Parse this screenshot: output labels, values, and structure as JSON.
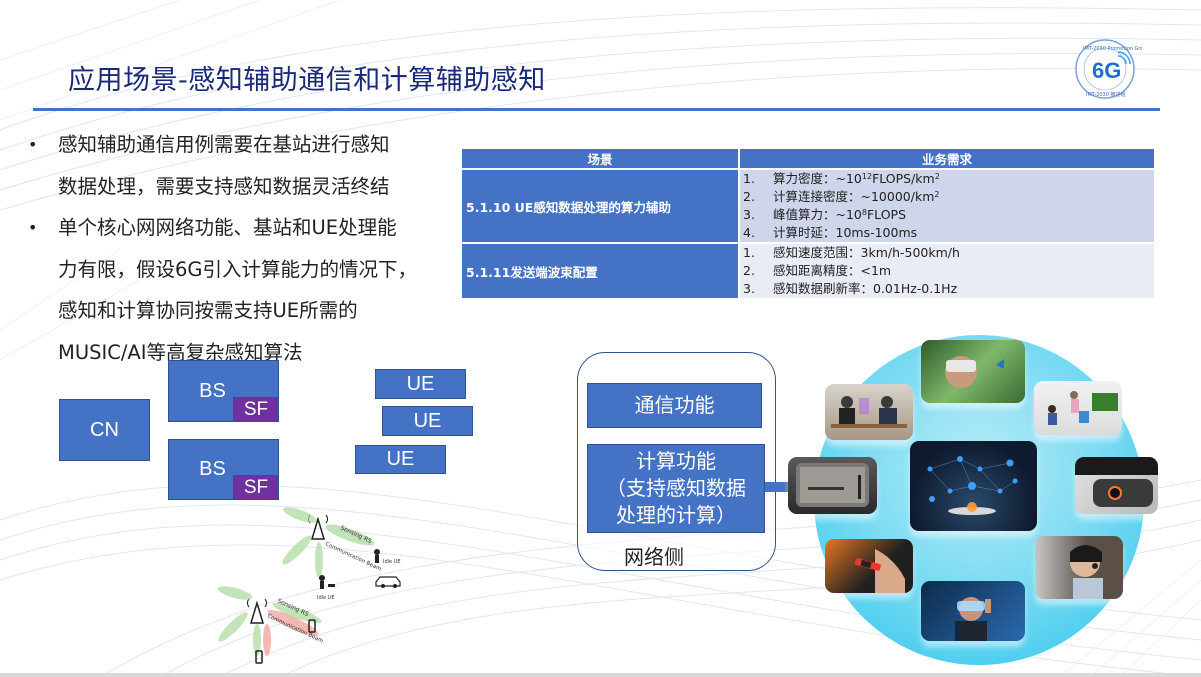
{
  "slide": {
    "title": "应用场景-感知辅助通信和计算辅助感知",
    "logo": {
      "icon": "imt-2030-6g-logo-icon",
      "ring_text_top": "IMT-2030 Promotion Group",
      "ring_text_bottom": "IMT-2030 推进组",
      "center_text": "6G"
    }
  },
  "bullets": [
    {
      "lines": [
        "感知辅助通信用例需要在基站进行感知",
        "数据处理，需要支持感知数据灵活终结"
      ]
    },
    {
      "lines": [
        "单个核心网网络功能、基站和UE处理能",
        "力有限，假设6G引入计算能力的情况下，",
        "感知和计算协同按需支持UE所需的",
        "MUSIC/AI等高复杂感知算法"
      ]
    }
  ],
  "table": {
    "headers": [
      "场景",
      "业务需求"
    ],
    "rows": [
      {
        "scene": "5.1.10 UE感知数据处理的算力辅助",
        "requirements": [
          {
            "num": "1.",
            "text": "算力密度：~10",
            "sup": "12",
            "text2": "FLOPS/km",
            "sup2": "2"
          },
          {
            "num": "2.",
            "text": "计算连接密度：~10000/km",
            "sup": "2",
            "text2": "",
            "sup2": ""
          },
          {
            "num": "3.",
            "text": "峰值算力：~10",
            "sup": "8",
            "text2": "FLOPS",
            "sup2": ""
          },
          {
            "num": "4.",
            "text": "计算时延：10ms-100ms",
            "sup": "",
            "text2": "",
            "sup2": ""
          }
        ]
      },
      {
        "scene": "5.1.11发送端波束配置",
        "requirements": [
          {
            "num": "1.",
            "text": "感知速度范围：3km/h-500km/h",
            "sup": "",
            "text2": "",
            "sup2": ""
          },
          {
            "num": "2.",
            "text": "感知距离精度：<1m",
            "sup": "",
            "text2": "",
            "sup2": ""
          },
          {
            "num": "3.",
            "text": "感知数据刷新率：0.01Hz-0.1Hz",
            "sup": "",
            "text2": "",
            "sup2": ""
          }
        ]
      }
    ]
  },
  "network_diagram": {
    "cn": "CN",
    "bs": [
      "BS",
      "BS"
    ],
    "sf": [
      "SF",
      "SF"
    ],
    "ue": [
      "UE",
      "UE",
      "UE"
    ]
  },
  "sensing_illustration": {
    "labels": [
      "Sensing RS",
      "Communication Beam",
      "Idle UE",
      "Idle UE",
      "Sensing RS",
      "Communication Beam"
    ]
  },
  "network_side": {
    "comm_function": "通信功能",
    "compute_function_lines": [
      "计算功能",
      "（支持感知数据",
      "处理的计算）"
    ],
    "label": "网络侧"
  },
  "colors": {
    "accent_blue": "#4472c4",
    "box_border": "#2f528f",
    "sf_purple": "#7030a0",
    "title_navy": "#1b2a78",
    "row1_bg": "#cfd5ea",
    "row2_bg": "#e9ebf5",
    "circle_cyan": "#2ec5ec"
  }
}
